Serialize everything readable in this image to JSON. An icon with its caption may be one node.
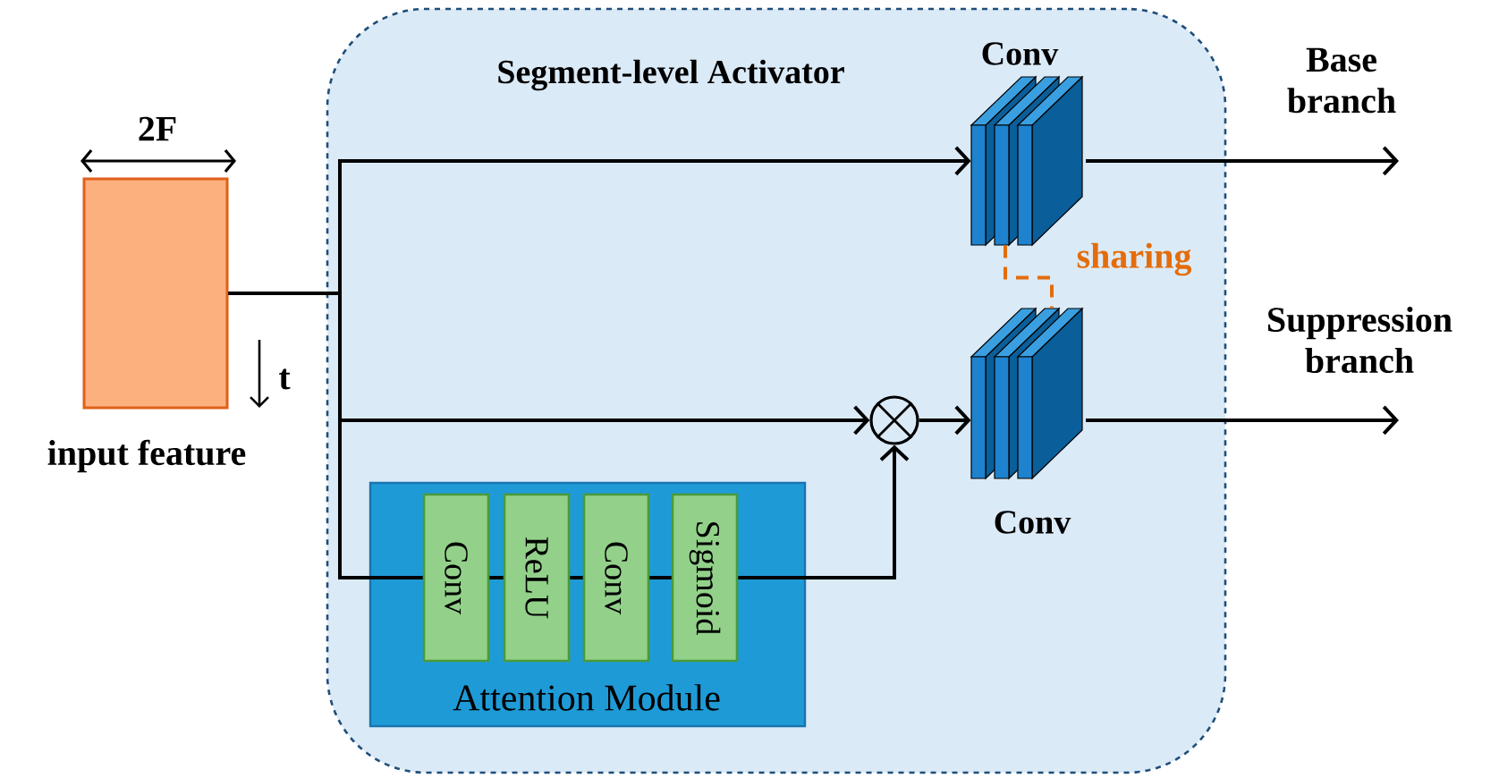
{
  "diagram": {
    "nodes": [
      {
        "text": [
          "Segment-level Activator"
        ]
      },
      {
        "text": [],
        "shape": "box",
        "beside": [
          "input feature"
        ]
      },
      {
        "text": [
          "Attention Module"
        ],
        "in": 0
      },
      {
        "text": [
          "Conv"
        ],
        "in": 2
      },
      {
        "text": [
          "ReLU"
        ],
        "in": 2
      },
      {
        "text": [
          "Conv"
        ],
        "in": 2
      },
      {
        "text": [
          "Sigmoid"
        ],
        "in": 2
      },
      {
        "text": [
          "Conv"
        ],
        "in": 0
      },
      {
        "text": [
          "Conv"
        ],
        "in": 0
      },
      {
        "text": [],
        "shape": "circle",
        "in": 0
      }
    ],
    "edges": [
      {
        "from": 1,
        "to": 7,
        "arrow": "to"
      },
      {
        "from": 1,
        "to": 9,
        "arrow": "to"
      },
      {
        "from": 1,
        "to": 3,
        "arrow": "none"
      },
      {
        "from": 3,
        "to": 4,
        "arrow": "none"
      },
      {
        "from": 4,
        "to": 5,
        "arrow": "none"
      },
      {
        "from": 5,
        "to": 6,
        "arrow": "none"
      },
      {
        "from": 6,
        "to": 9,
        "arrow": "to"
      },
      {
        "from": 7,
        "to": null,
        "arrow": "to",
        "label": "Base branch"
      },
      {
        "from": 9,
        "to": 8,
        "arrow": "to"
      },
      {
        "from": 8,
        "to": null,
        "arrow": "to",
        "label": "Suppression branch"
      },
      {
        "from": 7,
        "to": 8,
        "arrow": "none",
        "label": "sharing",
        "style": "dashed",
        "color": "#e46c0a"
      }
    ],
    "labels": [
      "2F",
      "t"
    ]
  }
}
